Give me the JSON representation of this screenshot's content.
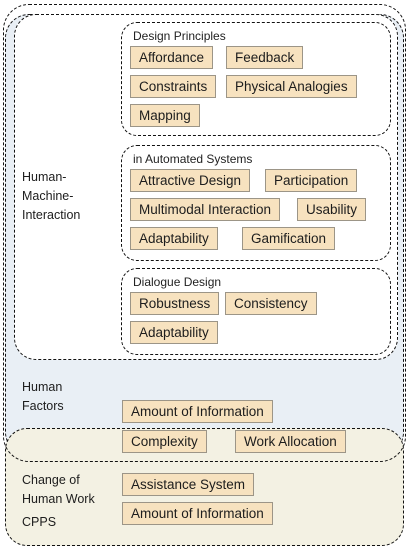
{
  "labels": {
    "hmi_line1": "Human-",
    "hmi_line2": "Machine-",
    "hmi_line3": "Interaction",
    "hf_line1": "Human",
    "hf_line2": "Factors",
    "chw_line1": "Change of",
    "chw_line2": "Human Work",
    "cpps": "CPPS"
  },
  "groups": {
    "design_principles": {
      "title": "Design Principles",
      "items": [
        "Affordance",
        "Feedback",
        "Constraints",
        "Physical Analogies",
        "Mapping"
      ]
    },
    "automated_systems": {
      "title": "in Automated Systems",
      "items": [
        "Attractive Design",
        "Participation",
        "Multimodal Interaction",
        "Usability",
        "Adaptability",
        "Gamification"
      ]
    },
    "dialogue_design": {
      "title": "Dialogue Design",
      "items": [
        "Robustness",
        "Consistency",
        "Adaptability"
      ]
    }
  },
  "human_factors_items": [
    "Amount of Information"
  ],
  "overlap_items": [
    "Complexity",
    "Work Allocation"
  ],
  "cpps_items": [
    "Assistance System",
    "Amount of Information"
  ],
  "colors": {
    "chip_fill": "#f7e2bf",
    "chip_border": "#9c9587",
    "human_factors_fill": "#e9eff5",
    "cpps_fill": "#f3f1e3",
    "dash": "#111111"
  }
}
